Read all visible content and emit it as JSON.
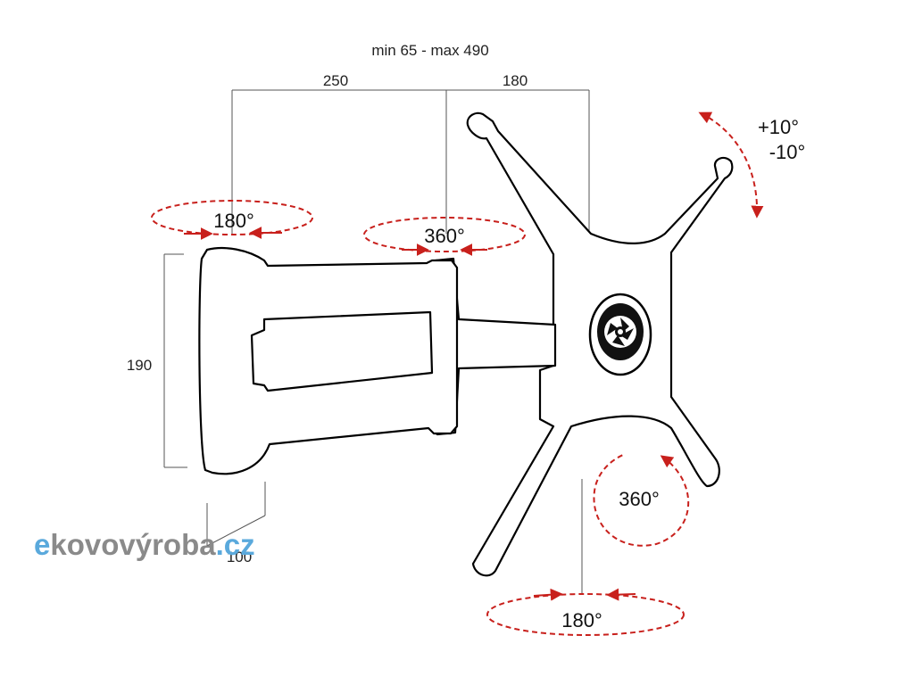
{
  "dimensions": {
    "extension_range": "min 65 - max 490",
    "arm_segment_1": "250",
    "arm_segment_2": "180",
    "wall_plate_height": "190",
    "wall_plate_depth": "100"
  },
  "rotations": {
    "wall_pivot": "180°",
    "middle_pivot": "360°",
    "tilt_plus": "+10°",
    "tilt_minus": "-10°",
    "head_rotation": "360°",
    "head_swivel": "180°"
  },
  "colors": {
    "rotation_arrows": "#c8201c",
    "logo_prefix": "#5aa9dc",
    "logo_main": "#8a8a8a"
  },
  "watermark": {
    "prefix": "e",
    "main": "kovovýroba",
    "suffix": ".cz"
  }
}
